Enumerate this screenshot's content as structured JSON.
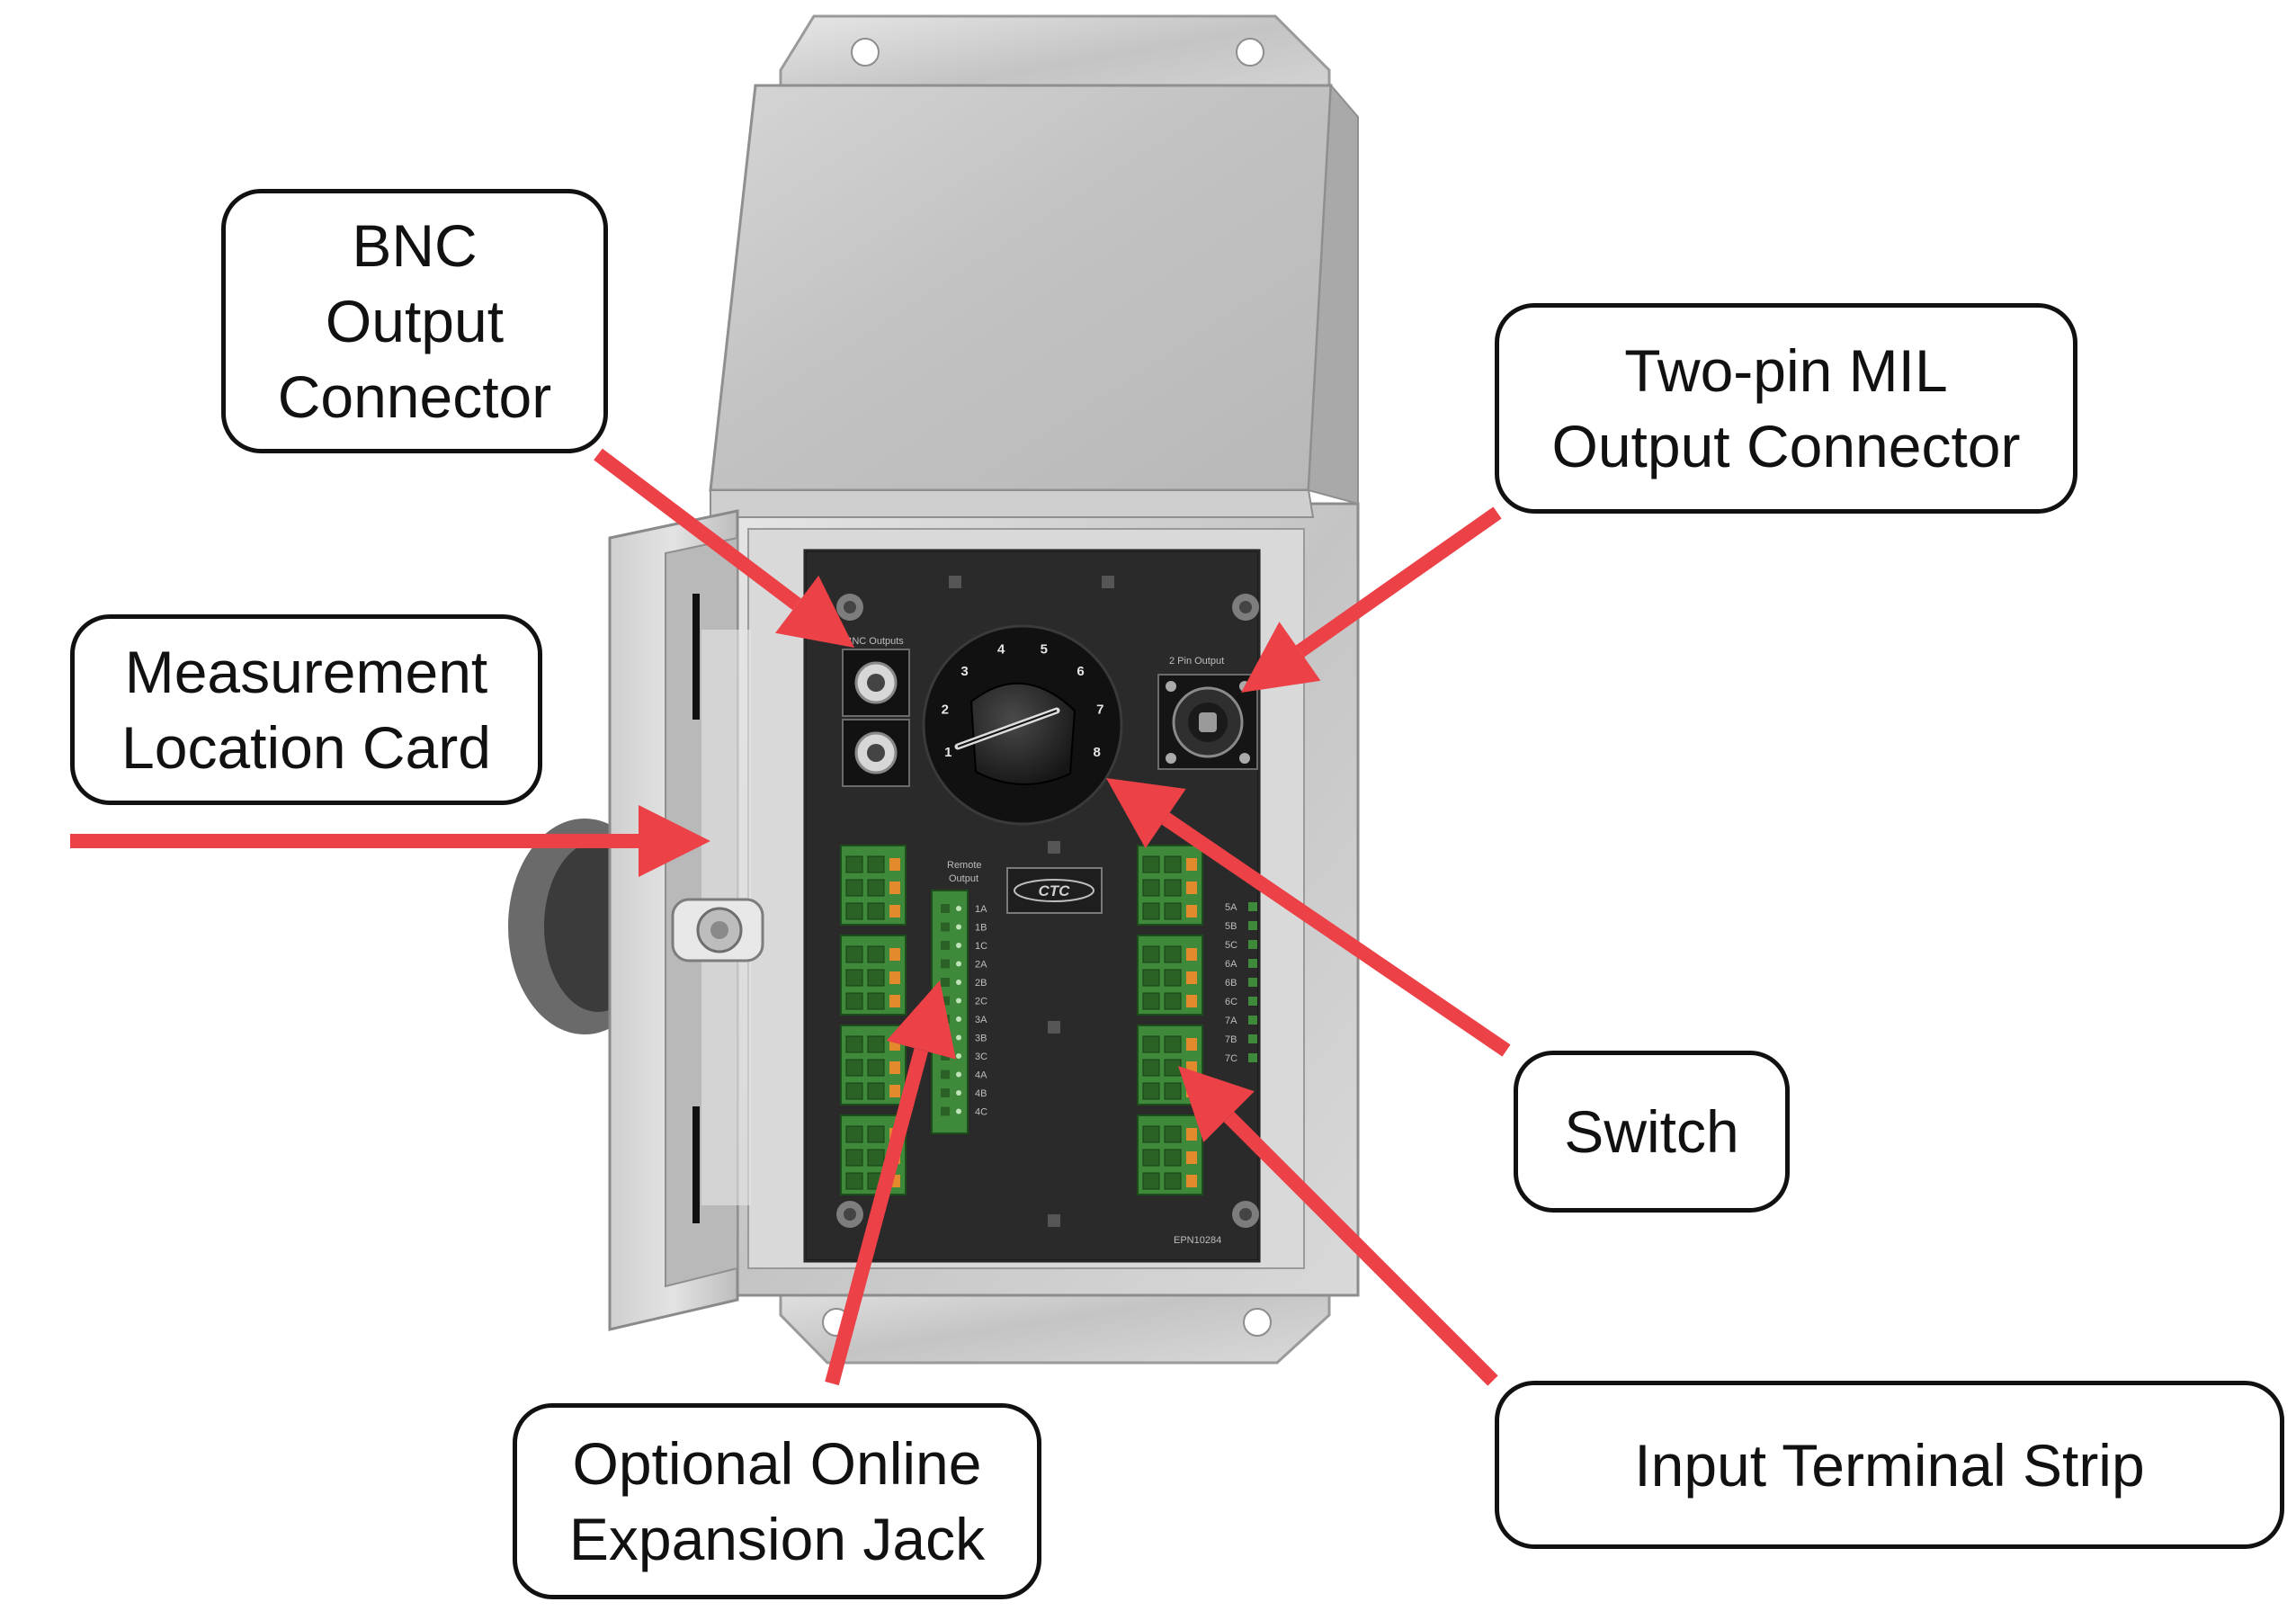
{
  "callouts": {
    "bnc": "BNC\nOutput\nConnector",
    "mil": "Two-pin MIL\nOutput Connector",
    "card": "Measurement\nLocation Card",
    "switch": "Switch",
    "jack": "Optional Online\nExpansion Jack",
    "strip": "Input Terminal Strip"
  },
  "panel": {
    "bnc_label": "BNC Outputs",
    "pin_label": "2 Pin Output",
    "remote_label_1": "Remote",
    "remote_label_2": "Output",
    "logo": "CTC",
    "part_no": "EPN10284",
    "dial_numbers": [
      "1",
      "2",
      "3",
      "4",
      "5",
      "6",
      "7",
      "8"
    ],
    "remote_pins": [
      "1A",
      "1B",
      "1C",
      "2A",
      "2B",
      "2C",
      "3A",
      "3B",
      "3C",
      "4A",
      "4B",
      "4C"
    ],
    "input_pins": [
      "5A",
      "5B",
      "5C",
      "6A",
      "6B",
      "6C",
      "7A",
      "7B",
      "7C"
    ]
  },
  "colors": {
    "arrow": "#ec4147",
    "panel": "#2a2a2a",
    "steel": "#c9c9c9",
    "terminal_green": "#3f8a3a",
    "terminal_orange": "#e38a2c"
  }
}
